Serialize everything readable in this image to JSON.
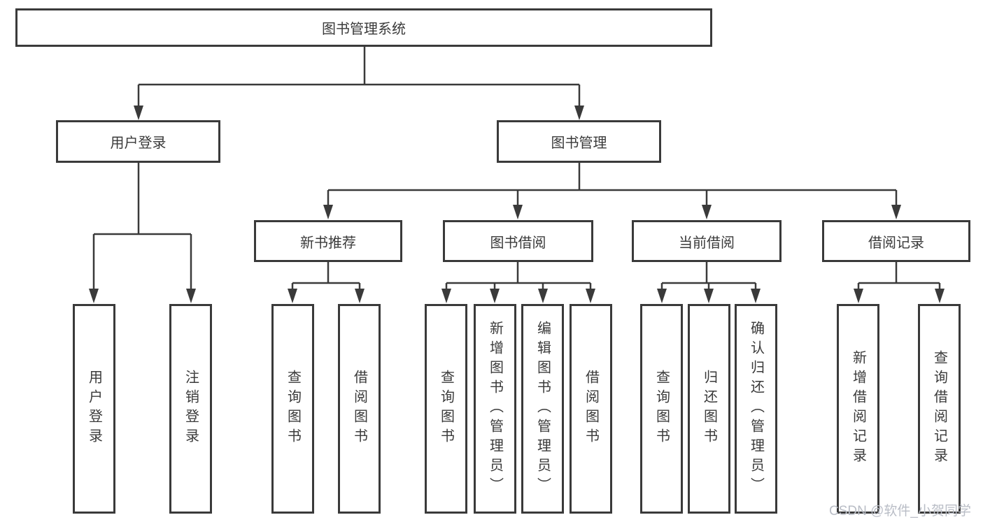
{
  "tree": {
    "root": "图书管理系统",
    "branches": [
      {
        "label": "用户登录",
        "children": [
          {
            "label": "用户登录"
          },
          {
            "label": "注销登录"
          }
        ]
      },
      {
        "label": "图书管理",
        "children": [
          {
            "label": "新书推荐",
            "children": [
              {
                "label": "查询图书"
              },
              {
                "label": "借阅图书"
              }
            ]
          },
          {
            "label": "图书借阅",
            "children": [
              {
                "label": "查询图书"
              },
              {
                "label": "新增图书（管理员）"
              },
              {
                "label": "编辑图书（管理员）"
              },
              {
                "label": "借阅图书"
              }
            ]
          },
          {
            "label": "当前借阅",
            "children": [
              {
                "label": "查询图书"
              },
              {
                "label": "归还图书"
              },
              {
                "label": "确认归还（管理员）"
              }
            ]
          },
          {
            "label": "借阅记录",
            "children": [
              {
                "label": "新增借阅记录"
              },
              {
                "label": "查询借阅记录"
              }
            ]
          }
        ]
      }
    ]
  },
  "watermark": "CSDN @软件_小贺同学",
  "colors": {
    "line": "#3a3a3a",
    "text": "#3a3a3a",
    "background": "#ffffff",
    "watermark": "#b9bdc6"
  }
}
